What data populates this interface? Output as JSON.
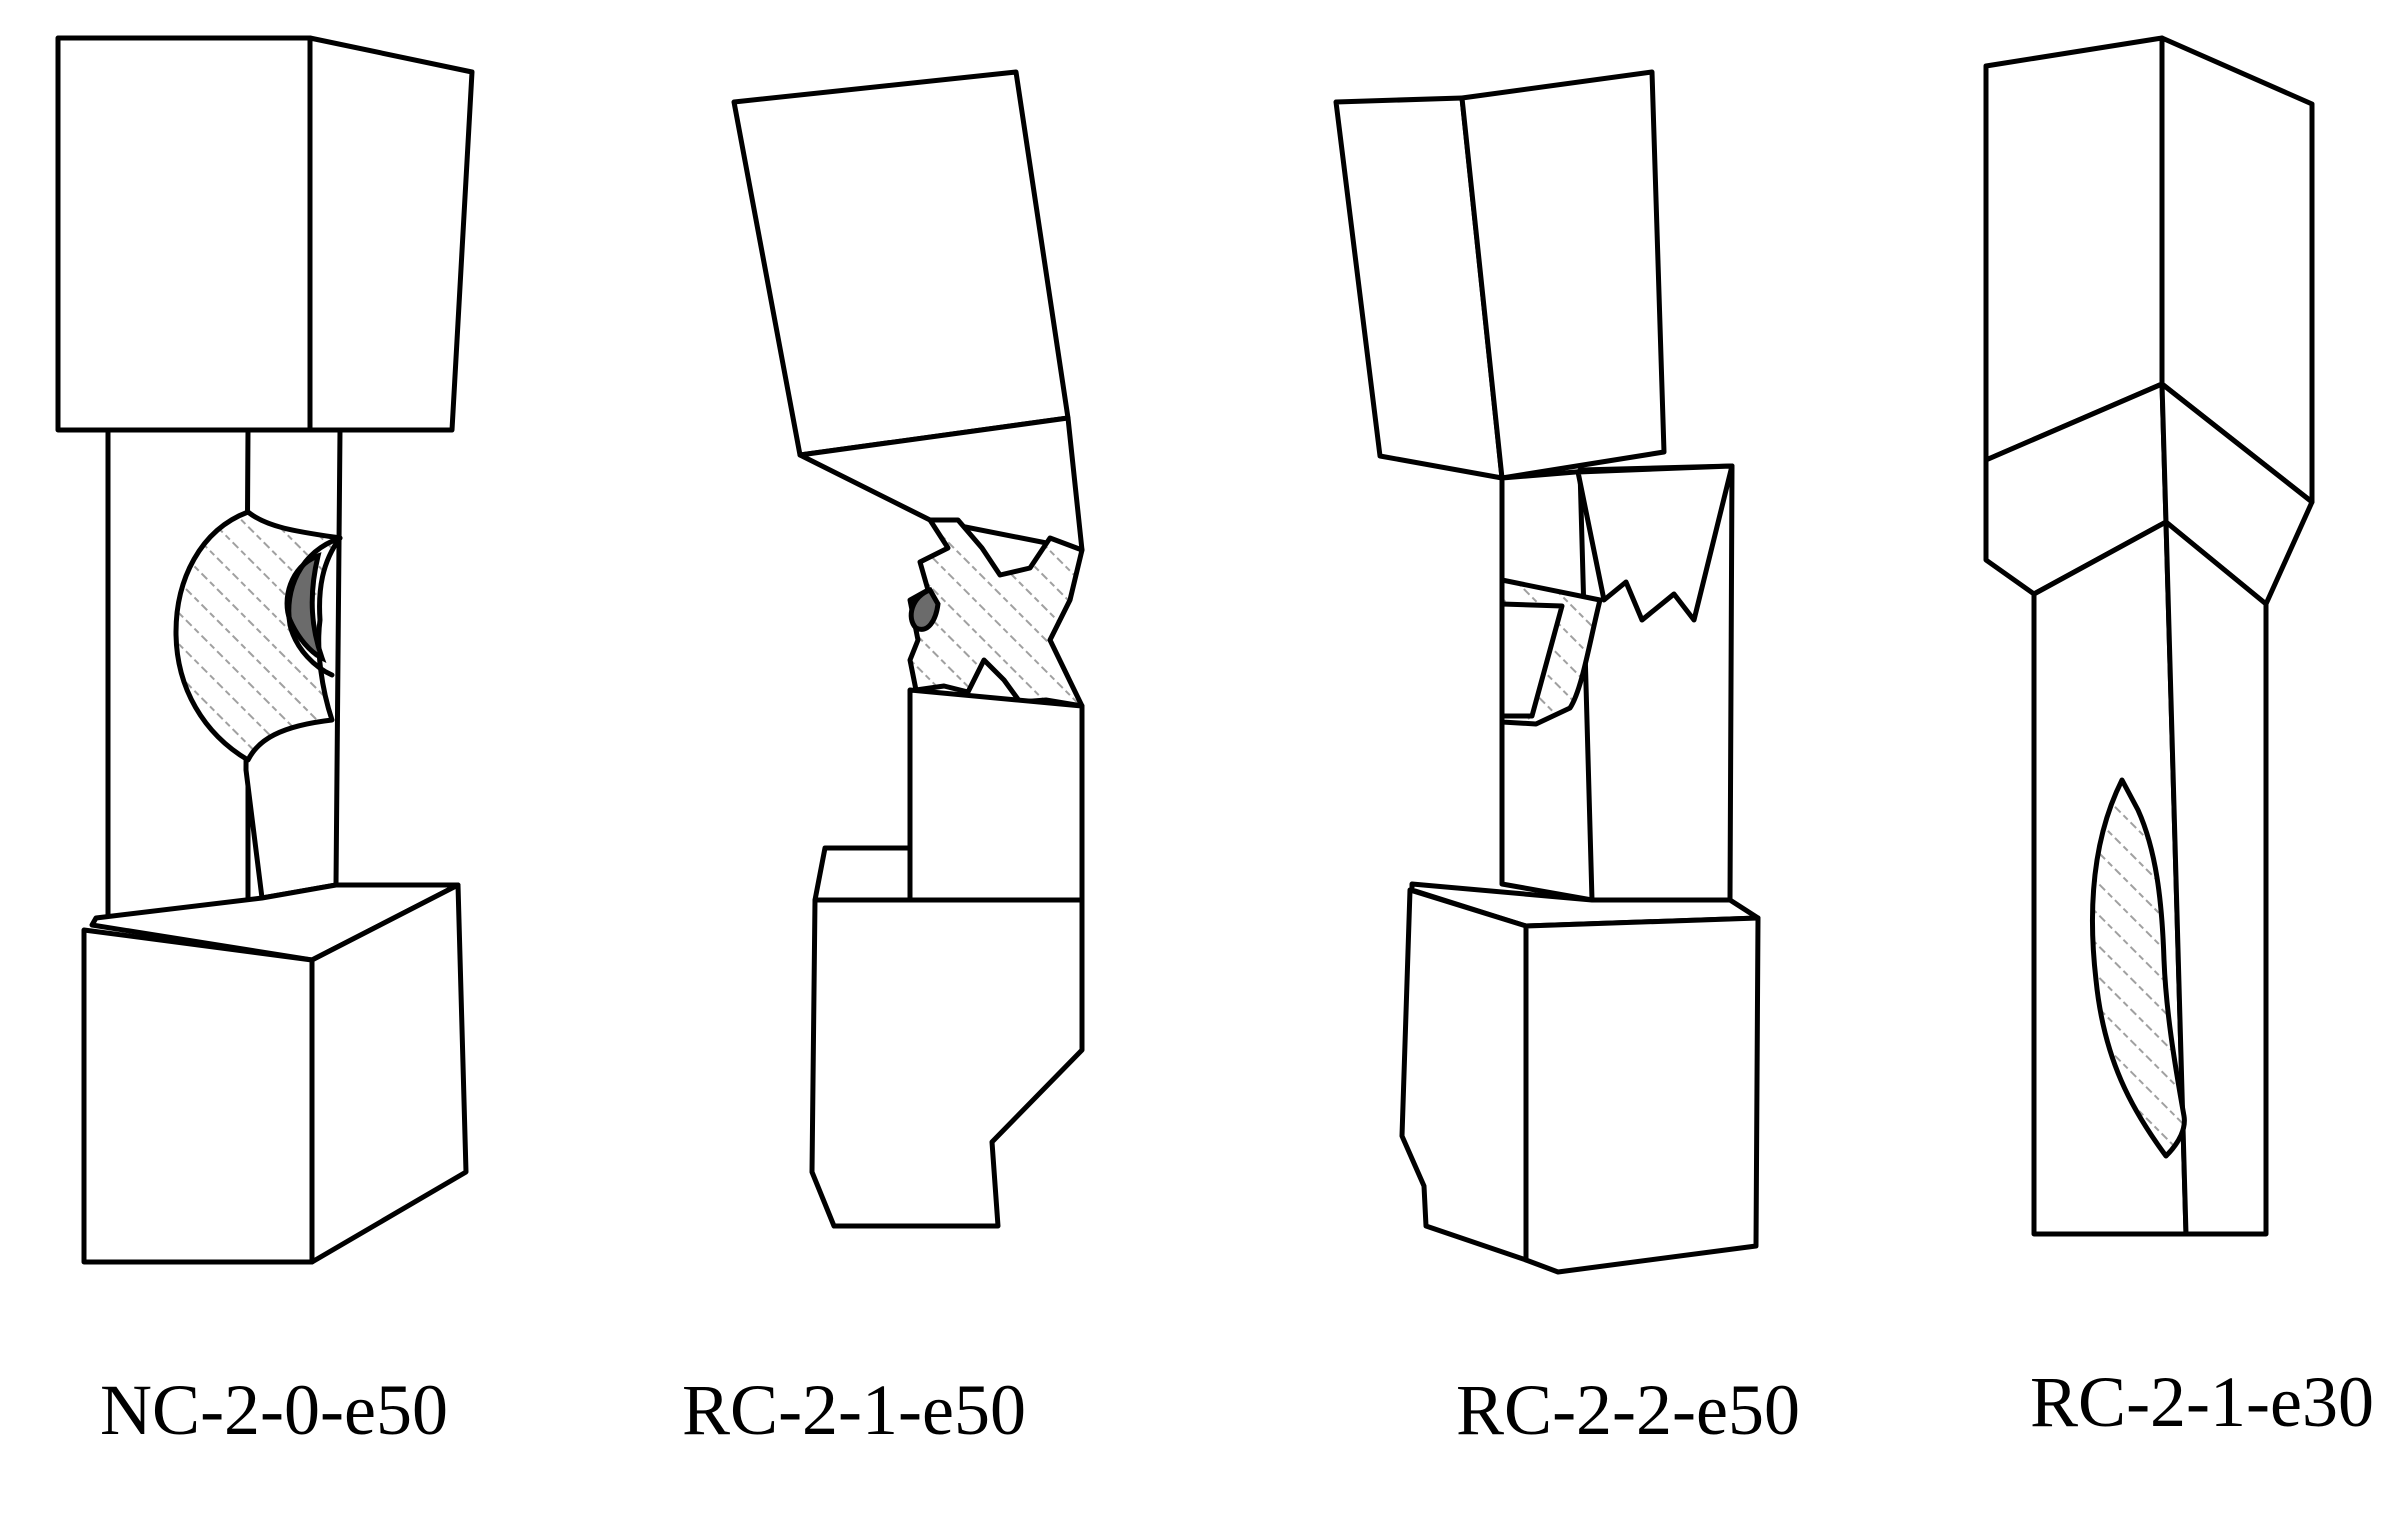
{
  "figure": {
    "specimens": [
      {
        "label": "NC-2-0-e50"
      },
      {
        "label": "RC-2-1-e50"
      },
      {
        "label": "RC-2-2-e50"
      },
      {
        "label": "RC-2-1-e30"
      }
    ],
    "colors": {
      "outline": "#000000",
      "background": "#ffffff",
      "hatch": "#a0a0a0",
      "dark_fill": "#6b6b6b"
    }
  }
}
